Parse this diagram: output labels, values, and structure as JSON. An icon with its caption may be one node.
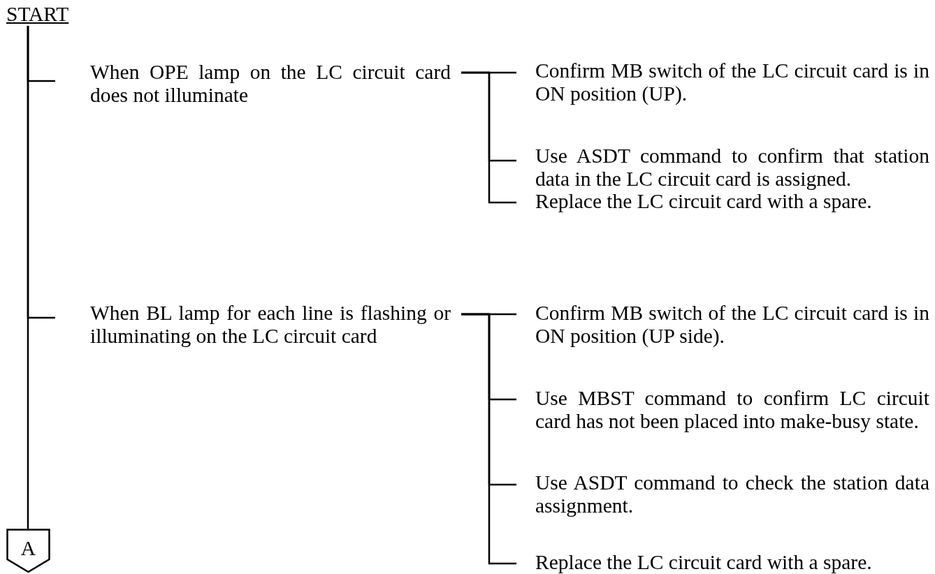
{
  "diagram": {
    "nodes": [
      {
        "text": [
          "START"
        ]
      },
      {
        "text": [
          "When OPE lamp on the LC circuit card does not illuminate"
        ]
      },
      {
        "text": [
          "Confirm MB switch of the LC circuit card is in ON position (UP)."
        ]
      },
      {
        "text": [
          "Use ASDT command to confirm that station data in the LC circuit card is assigned."
        ]
      },
      {
        "text": [
          "Replace the LC circuit card with a spare."
        ]
      },
      {
        "text": [
          "When BL lamp for each line is flashing or illuminating on the LC circuit card"
        ]
      },
      {
        "text": [
          "Confirm MB switch of the LC circuit card is in ON position (UP side)."
        ]
      },
      {
        "text": [
          "Use MBST command to confirm LC circuit card has not been placed into make-busy state."
        ]
      },
      {
        "text": [
          "Use ASDT command to check the station data assignment."
        ]
      },
      {
        "text": [
          "Replace the LC circuit card with a spare."
        ]
      },
      {
        "text": [
          "A"
        ]
      }
    ],
    "edges": [
      {
        "from": 0,
        "to": 1,
        "arrow": "none"
      },
      {
        "from": 0,
        "to": 5,
        "arrow": "none"
      },
      {
        "from": 0,
        "to": 10,
        "arrow": "none"
      },
      {
        "from": 1,
        "to": 2,
        "arrow": "none"
      },
      {
        "from": 1,
        "to": 3,
        "arrow": "none"
      },
      {
        "from": 1,
        "to": 4,
        "arrow": "none"
      },
      {
        "from": 5,
        "to": 6,
        "arrow": "none"
      },
      {
        "from": 5,
        "to": 7,
        "arrow": "none"
      },
      {
        "from": 5,
        "to": 8,
        "arrow": "none"
      },
      {
        "from": 5,
        "to": 9,
        "arrow": "none"
      }
    ]
  }
}
